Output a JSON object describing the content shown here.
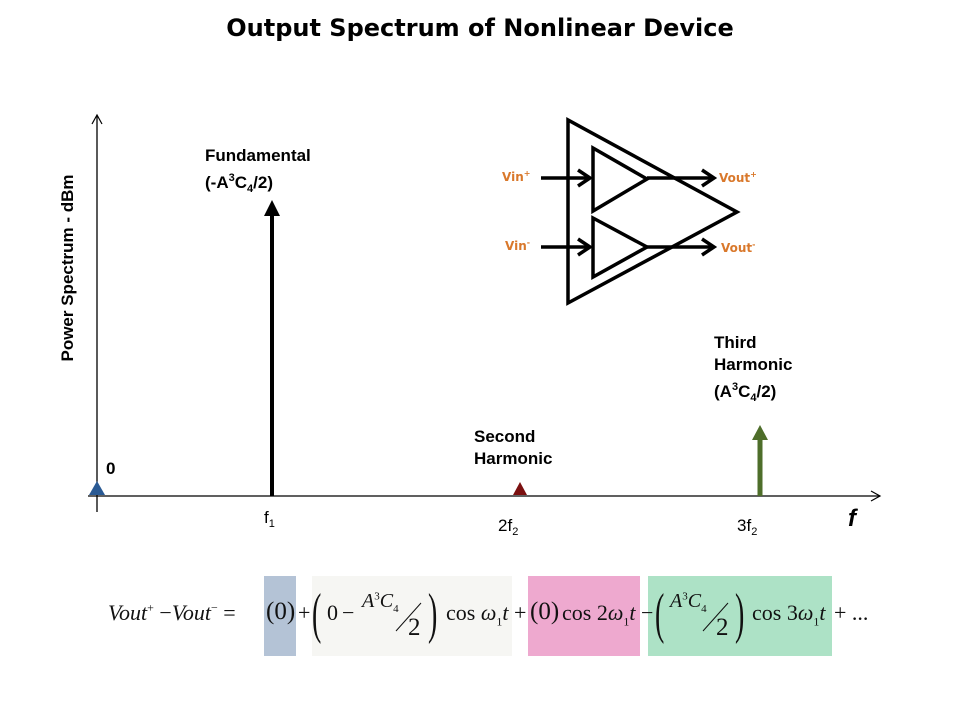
{
  "title": "Output Spectrum of Nonlinear Device",
  "axes": {
    "y_label": "Power Spectrum - dBm",
    "x_label": "f",
    "origin_label": "0"
  },
  "spectral_lines": [
    {
      "name": "fundamental",
      "tick": "f",
      "tick_sub": "1",
      "label_lines": [
        "Fundamental"
      ],
      "expr": {
        "open": "(-A",
        "sup": "3",
        "mid": "C",
        "sub": "4",
        "close": "/2)"
      },
      "color": "#000000",
      "kind": "arrow"
    },
    {
      "name": "second-harmonic",
      "tick": "2f",
      "tick_sub": "2",
      "label_lines": [
        "Second",
        "Harmonic"
      ],
      "color": "#7b1010",
      "kind": "marker"
    },
    {
      "name": "third-harmonic",
      "tick": "3f",
      "tick_sub": "2",
      "label_lines": [
        "Third",
        "Harmonic"
      ],
      "expr": {
        "open": "(A",
        "sup": "3",
        "mid": "C",
        "sub": "4",
        "close": "/2)"
      },
      "color": "#4e6e2a",
      "kind": "arrow"
    }
  ],
  "origin_marker_color": "#2a5a94",
  "amplifier": {
    "vin_plus": {
      "base": "Vin",
      "sup": "+"
    },
    "vin_minus": {
      "base": "Vin",
      "sup": "-"
    },
    "vout_plus": {
      "base": "Vout",
      "sup": "+"
    },
    "vout_minus": {
      "base": "Vout",
      "sup": "-"
    },
    "label_color": "#d9782b"
  },
  "equation": {
    "lhs": {
      "a": "Vout",
      "a_sup": "+",
      "minus": "−",
      "b": "Vout",
      "b_sup": "−",
      "eq": "="
    },
    "term0": "(0)",
    "plus1": "+",
    "term1": {
      "open": "(",
      "zero": "0",
      "minus": "−",
      "num_a": "A",
      "num_sup": "3",
      "num_c": "C",
      "num_sub": "4",
      "den": "2",
      "close": ")",
      "func": "cos",
      "omega": "ω",
      "omega_sub": "1",
      "t": "t"
    },
    "plus2": "+",
    "term2": {
      "coef": "(0)",
      "func": "cos",
      "mult": "2",
      "omega": "ω",
      "omega_sub": "1",
      "t": "t"
    },
    "minus3": "−",
    "term3": {
      "open": "(",
      "num_a": "A",
      "num_sup": "3",
      "num_c": "C",
      "num_sub": "4",
      "den": "2",
      "close": ")",
      "func": "cos",
      "mult": "3",
      "omega": "ω",
      "omega_sub": "1",
      "t": "t"
    },
    "tail": "+ ...",
    "highlight_colors": {
      "dc": "#b4c3d6",
      "fundamental": "#f6f6f3",
      "second": "#eea9cf",
      "third": "#ade2c6"
    }
  }
}
